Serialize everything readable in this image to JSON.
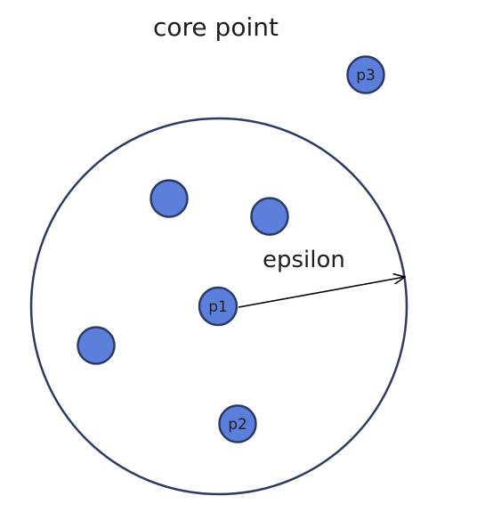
{
  "diagram": {
    "caption": "core point",
    "arrow_label": "epsilon",
    "colors": {
      "point_fill": "#5b7fdb",
      "point_stroke": "#2b3a66",
      "circle_stroke": "#2b3a66",
      "arrow": "#000000",
      "text": "#1f1f1f"
    },
    "points": {
      "p1": "p1",
      "p2": "p2",
      "p3": "p3"
    }
  }
}
